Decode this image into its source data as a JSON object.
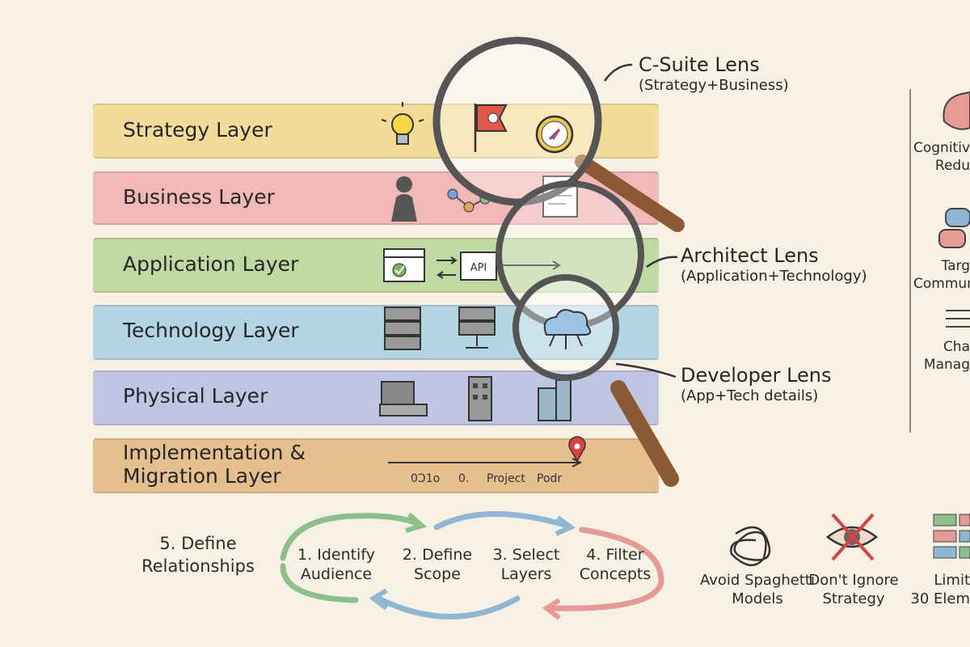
{
  "layers": [
    {
      "name": "Strategy Layer",
      "color": "#f3dc9a"
    },
    {
      "name": "Business Layer",
      "color": "#f0b8b6"
    },
    {
      "name": "Application Layer",
      "color": "#bfd9a3"
    },
    {
      "name": "Technology Layer",
      "color": "#b3d4e2"
    },
    {
      "name": "Physical Layer",
      "color": "#bfc5e3"
    },
    {
      "name": "Implementation & Migration Layer",
      "line1": "Implementation &",
      "line2": "Migration Layer",
      "color": "#e6bf8f"
    }
  ],
  "lenses": [
    {
      "title": "C-Suite Lens",
      "subtitle": "(Strategy+Business)"
    },
    {
      "title": "Architect Lens",
      "subtitle": "(Application+Technology)"
    },
    {
      "title": "Developer Lens",
      "subtitle": "(App+Tech details)"
    }
  ],
  "icons": {
    "api_label": "API",
    "timeline_labels": [
      "0Ɔ1o",
      "0.",
      "Project",
      "Podr"
    ]
  },
  "side_panel": {
    "items": [
      {
        "line1": "Cognitiv",
        "line2": "Redu"
      },
      {
        "line1": "Targ",
        "line2": "Commun"
      },
      {
        "line1": "Cha",
        "line2": "Manag"
      }
    ]
  },
  "process": {
    "steps": [
      {
        "line1": "1. Identify",
        "line2": "Audience"
      },
      {
        "line1": "2. Define",
        "line2": "Scope"
      },
      {
        "line1": "3. Select",
        "line2": "Layers"
      },
      {
        "line1": "4. Filter",
        "line2": "Concepts"
      },
      {
        "line1": "5. Define",
        "line2": "Relationships"
      }
    ]
  },
  "tips": [
    {
      "line1": "Avoid Spaghetti",
      "line2": "Models"
    },
    {
      "line1": "Don't Ignore",
      "line2": "Strategy"
    },
    {
      "line1": "Limit",
      "line2": "30 Elem"
    }
  ],
  "colors": {
    "ink": "#2b2b2b",
    "magnifier_handle": "#8b5a34",
    "arrow_green": "#8cbf8a",
    "arrow_blue": "#8fb7d3",
    "arrow_red": "#e59a96",
    "accent_red": "#d9423e"
  }
}
